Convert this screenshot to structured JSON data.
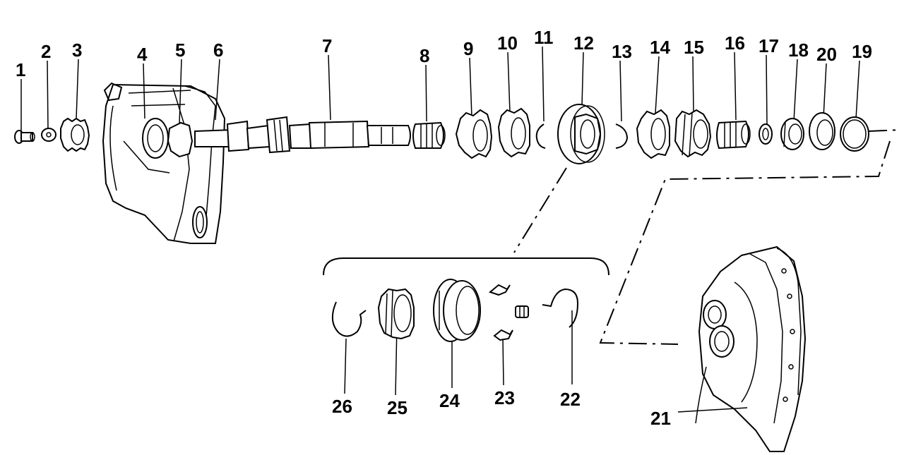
{
  "labels": {
    "n1": "1",
    "n2": "2",
    "n3": "3",
    "n4": "4",
    "n5": "5",
    "n6": "6",
    "n7": "7",
    "n8": "8",
    "n9": "9",
    "n10": "10",
    "n11": "11",
    "n12": "12",
    "n13": "13",
    "n14": "14",
    "n15": "15",
    "n16": "16",
    "n17": "17",
    "n18": "18",
    "n19": "19",
    "n20": "20",
    "n21": "21",
    "n22": "22",
    "n23": "23",
    "n24": "24",
    "n25": "25",
    "n26": "26"
  }
}
